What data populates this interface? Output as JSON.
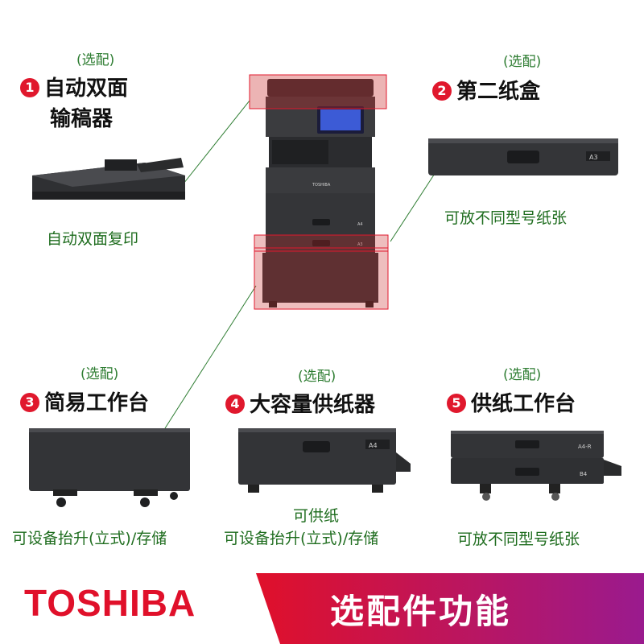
{
  "optional_label": "(选配)",
  "items": [
    {
      "number": "1",
      "title_line1": "自动双面",
      "title_line2": "输稿器",
      "caption": "自动双面复印"
    },
    {
      "number": "2",
      "title": "第二纸盒",
      "caption": "可放不同型号纸张",
      "tray_label": "A3"
    },
    {
      "number": "3",
      "title": "简易工作台",
      "caption": "可设备抬升(立式)/存储"
    },
    {
      "number": "4",
      "title": "大容量供纸器",
      "caption_line1": "可供纸",
      "caption_line2": "可设备抬升(立式)/存储",
      "tray_label": "A4"
    },
    {
      "number": "5",
      "title": "供纸工作台",
      "caption": "可放不同型号纸张",
      "tray_label_top": "A4-R",
      "tray_label_bottom": "B4"
    }
  ],
  "machine": {
    "front_label": "TOSHIBA",
    "tray1_label": "A4",
    "tray2_label": "A3"
  },
  "footer": {
    "brand": "TOSHIBA",
    "banner": "选配件功能"
  },
  "colors": {
    "brand_red": "#e0102a",
    "badge_red": "#e0182d",
    "caption_green": "#1f6d1f",
    "banner_start": "#e0102a",
    "banner_end": "#9a1a8e"
  }
}
